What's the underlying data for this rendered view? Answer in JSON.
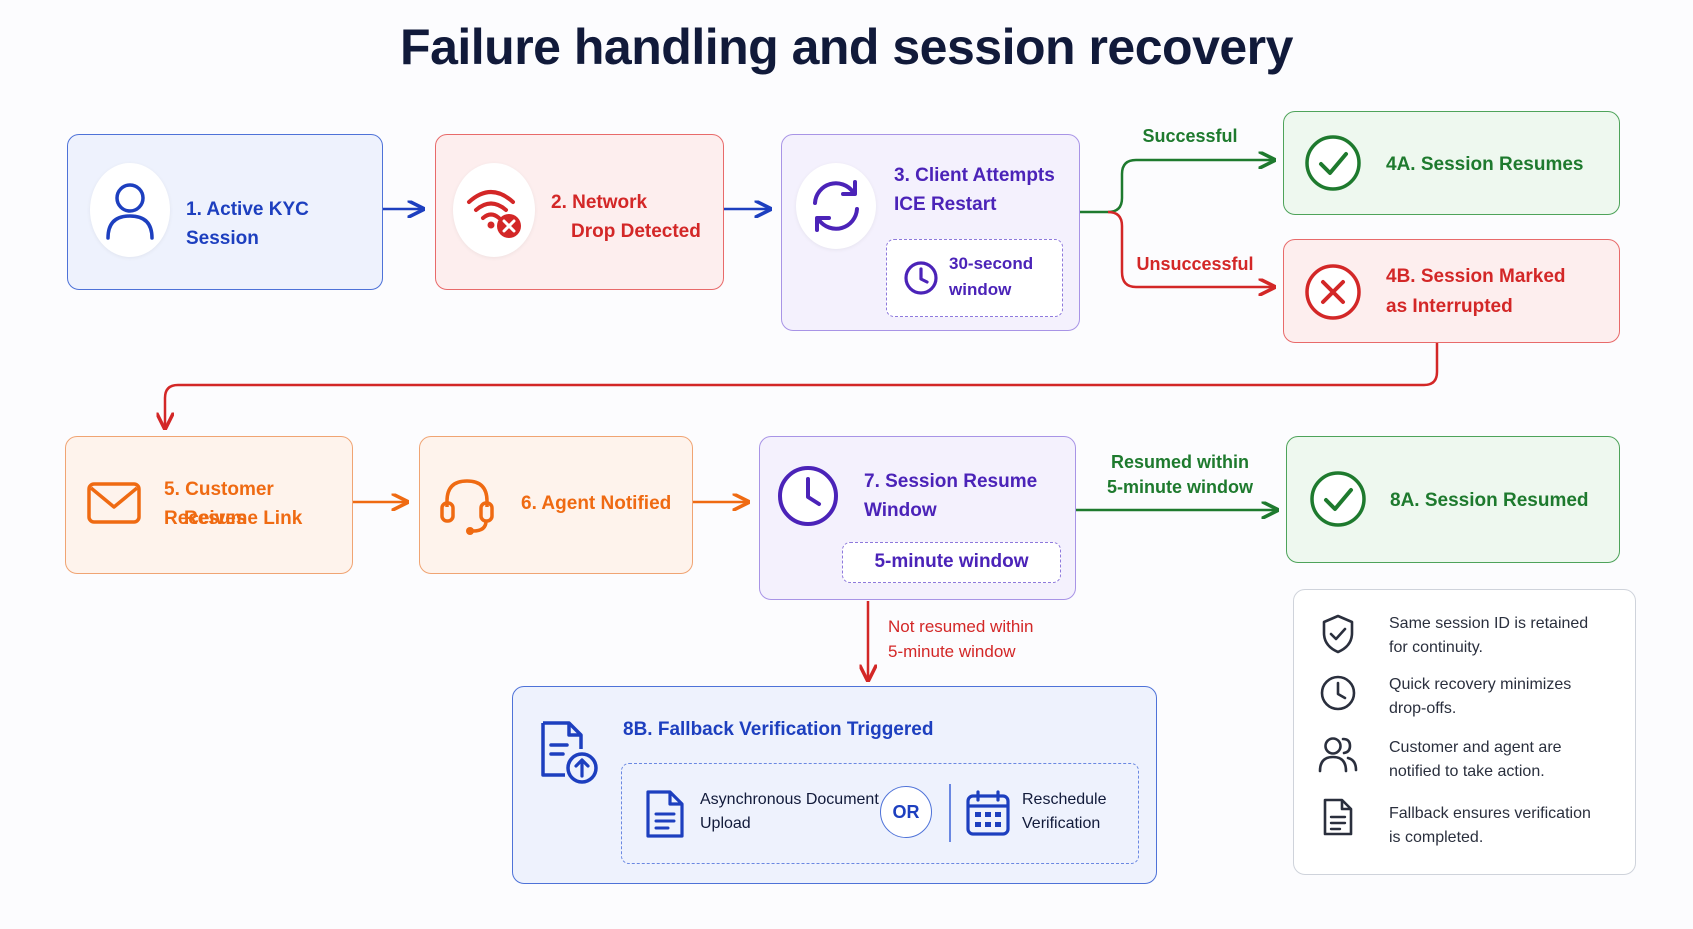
{
  "title": "Failure handling and session recovery",
  "colors": {
    "blue": "#1d3fbf",
    "red": "#d32727",
    "purple": "#4b23b8",
    "green": "#1e7a2e",
    "orange": "#ef6a12"
  },
  "nodes": {
    "n1": {
      "label": "1. Active KYC Session",
      "icon": "user-icon"
    },
    "n2": {
      "line1": "2. Network",
      "line2": "Drop Detected",
      "icon": "wifi-off-icon"
    },
    "n3": {
      "line1": "3. Client Attempts",
      "line2": "ICE Restart",
      "icon": "refresh-icon",
      "sub_line1": "30-second",
      "sub_line2": "window",
      "sub_icon": "clock-icon"
    },
    "n4a": {
      "label": "4A. Session Resumes",
      "icon": "check-circle-icon"
    },
    "n4b": {
      "line1": "4B. Session Marked",
      "line2": "as Interrupted",
      "icon": "x-circle-icon"
    },
    "n5": {
      "line1": "5. Customer Receives",
      "line2": "Resume Link",
      "icon": "mail-icon"
    },
    "n6": {
      "label": "6. Agent Notified",
      "icon": "headset-icon"
    },
    "n7": {
      "line1": "7. Session Resume",
      "line2": "Window",
      "icon": "clock-icon",
      "sub_label": "5-minute window"
    },
    "n8a": {
      "label": "8A. Session Resumed",
      "icon": "check-circle-icon"
    },
    "n8b": {
      "label": "8B. Fallback Verification Triggered",
      "icon": "document-upload-icon",
      "option1_line1": "Asynchronous Document",
      "option1_line2": "Upload",
      "option1_icon": "document-icon",
      "or_label": "OR",
      "option2_line1": "Reschedule",
      "option2_line2": "Verification",
      "option2_icon": "calendar-icon"
    }
  },
  "edges": {
    "successful": "Successful",
    "unsuccessful": "Unsuccessful",
    "resumed_line1": "Resumed within",
    "resumed_line2": "5-minute window",
    "not_resumed_line1": "Not resumed within",
    "not_resumed_line2": "5-minute window"
  },
  "notes": [
    {
      "icon": "shield-check-icon",
      "line1": "Same session ID is retained",
      "line2": "for continuity."
    },
    {
      "icon": "clock-icon",
      "line1": "Quick recovery minimizes",
      "line2": "drop-offs."
    },
    {
      "icon": "users-icon",
      "line1": "Customer and agent are",
      "line2": "notified to take action."
    },
    {
      "icon": "document-icon",
      "line1": "Fallback ensures verification",
      "line2": "is completed."
    }
  ]
}
